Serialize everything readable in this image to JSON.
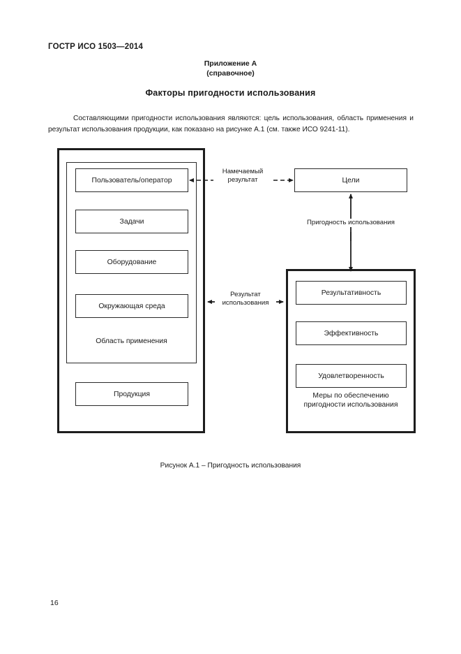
{
  "document": {
    "standard_header": "ГОСТР ИСО 1503—2014",
    "annex_title": "Приложение А",
    "annex_subtitle": "(справочное)",
    "section_title": "Факторы пригодности использования",
    "paragraph": "Составляющими пригодности использования являются: цель использования, область применения и результат использования продукции, как показано на рисунке А.1 (см. также ИСО 9241-11).",
    "figure_caption": "Рисунок А.1 – Пригодность использования",
    "page_number": "16"
  },
  "figure": {
    "left_group": {
      "nodes": [
        {
          "label": "Пользователь/оператор"
        },
        {
          "label": "Задачи"
        },
        {
          "label": "Оборудование"
        },
        {
          "label": "Окружающая среда"
        }
      ],
      "group_label": "Область применения",
      "outside_node": {
        "label": "Продукция"
      }
    },
    "right_group": {
      "goal_node": {
        "label": "Цели"
      },
      "nodes": [
        {
          "label": "Результативность"
        },
        {
          "label": "Эффективность"
        },
        {
          "label": "Удовлетворенность"
        }
      ],
      "group_label": "Меры по обеспечению\nпригодности использования",
      "group_label_line1": "Меры по обеспечению",
      "group_label_line2": "пригодности использования"
    },
    "edges": [
      {
        "name": "intended-result",
        "label_line1": "Намечаемый",
        "label_line2": "результат",
        "style": "dashed",
        "arrows": "both"
      },
      {
        "name": "usability",
        "label_line1": "Пригодность использования",
        "label_line2": "",
        "style": "solid",
        "arrows": "both"
      },
      {
        "name": "result-of-use",
        "label_line1": "Результат",
        "label_line2": "использования",
        "style": "solid",
        "arrows": "both"
      }
    ]
  },
  "colors": {
    "ink": "#1a1a1a",
    "outer_border": "#1d1d1d",
    "node_border": "#2a2a2a",
    "page_background": "#ffffff"
  }
}
